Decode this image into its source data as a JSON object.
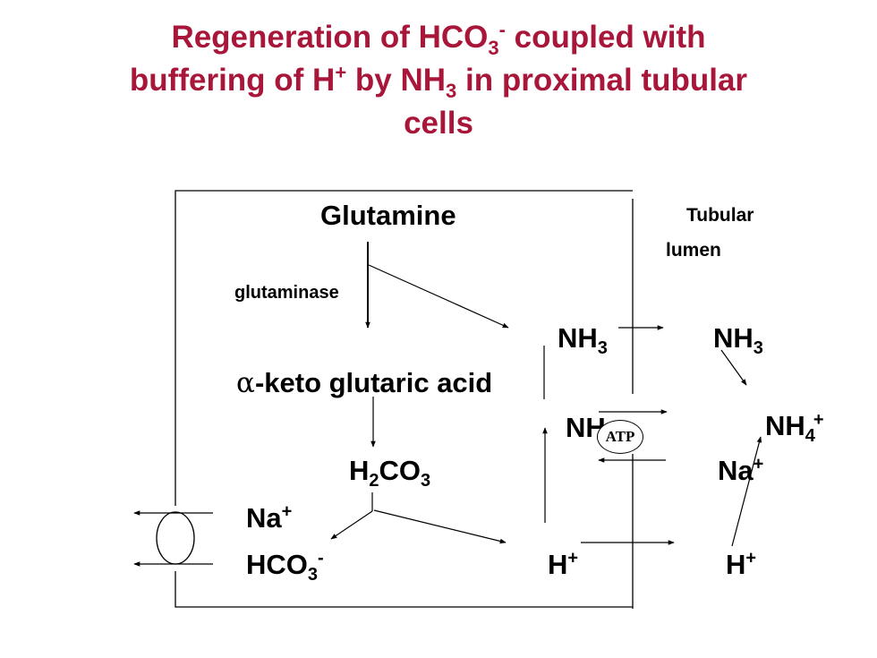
{
  "title": {
    "line1_a": "Regeneration of HCO",
    "line1_sub": "3",
    "line1_sup": "-",
    "line1_b": " coupled with",
    "line2_a": "buffering of H",
    "line2_sup": "+",
    "line2_b": " by NH",
    "line2_sub": "3",
    "line2_c": " in proximal tubular",
    "line3": "cells"
  },
  "labels": {
    "glutamine": "Glutamine",
    "tubular": "Tubular",
    "lumen": "lumen",
    "glutaminase": "glutaminase",
    "alpha": "α",
    "keto": "-keto glutaric acid",
    "h2co3_a": "H",
    "h2co3_sub1": "2",
    "h2co3_b": "CO",
    "h2co3_sub2": "3",
    "na": "Na",
    "na_sup": "+",
    "hco3": "HCO",
    "hco3_sub": "3",
    "hco3_sup": "-",
    "h_cell": "H",
    "h_cell_sup": "+",
    "nh3_cell": "NH",
    "nh3_cell_sub": "3",
    "nh_hidden": "NH",
    "nh3_lumen": "NH",
    "nh3_lumen_sub": "3",
    "nh4": "NH",
    "nh4_sub": "4",
    "nh4_sup": "+",
    "na_lumen": "Na",
    "na_lumen_sup": "+",
    "h_lumen": "H",
    "h_lumen_sup": "+",
    "atp": "ATP"
  },
  "colors": {
    "title": "#a8163a",
    "text": "#000000"
  }
}
